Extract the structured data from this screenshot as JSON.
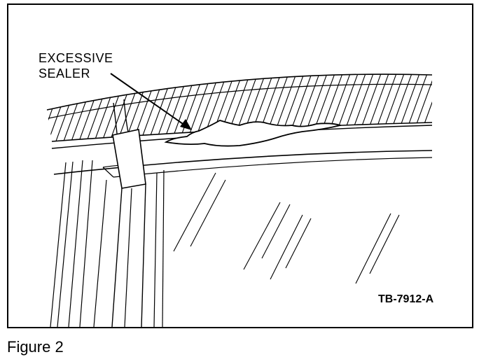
{
  "callout": {
    "line1": "EXCESSIVE",
    "line2": "SEALER"
  },
  "part_code": "TB-7912-A",
  "caption": "Figure 2",
  "colors": {
    "ink": "#000000",
    "paper": "#ffffff"
  }
}
